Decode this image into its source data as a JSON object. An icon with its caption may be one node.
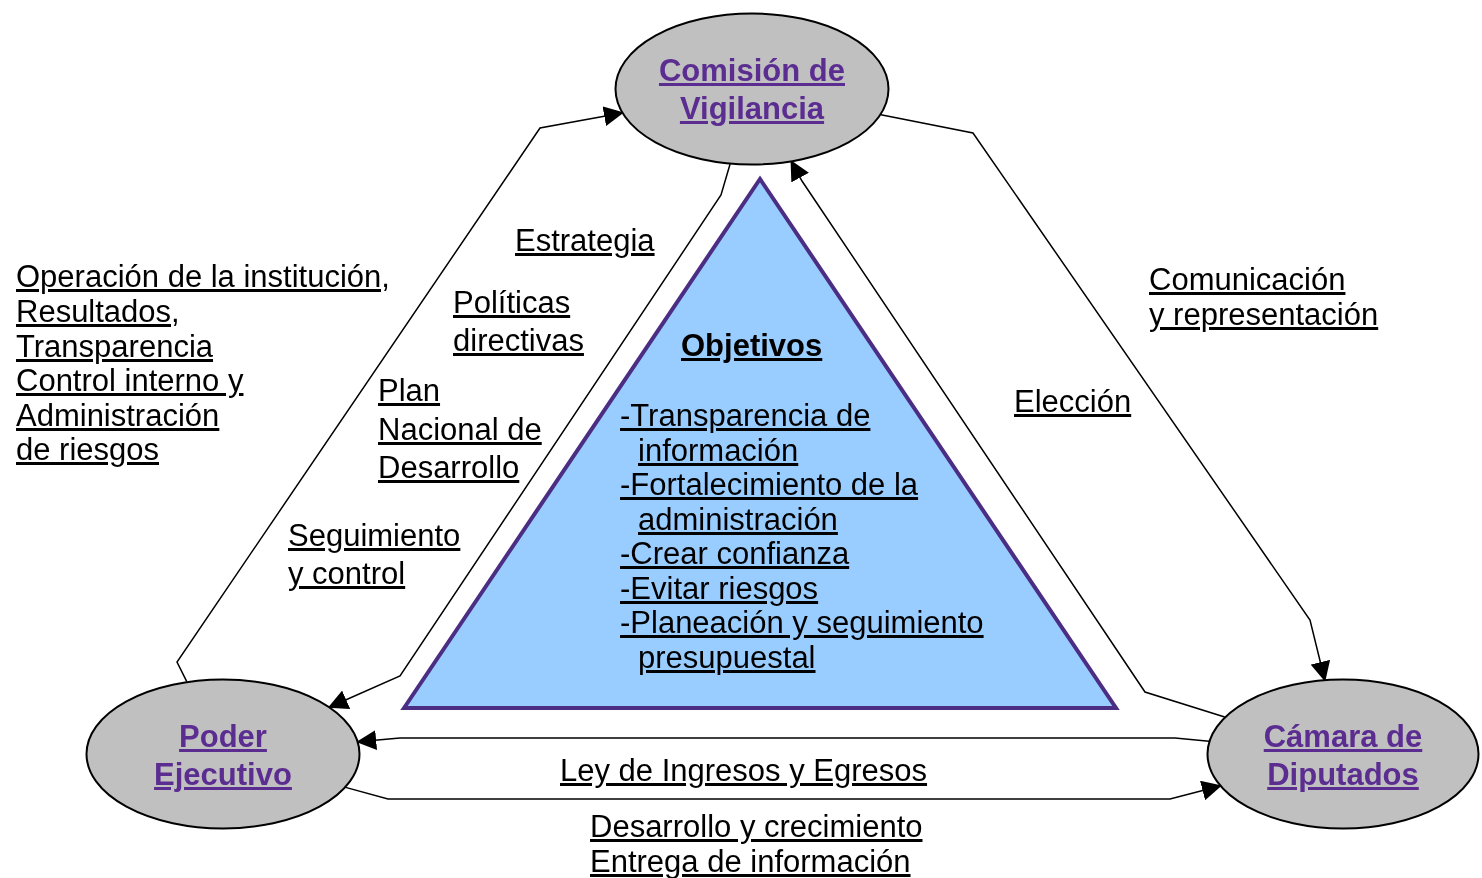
{
  "diagram": {
    "nodes": [
      {
        "text": [
          "Comisión de Vigilancia"
        ]
      },
      {
        "text": [
          "Poder Ejecutivo"
        ]
      },
      {
        "text": [
          "Cámara de Diputados"
        ]
      },
      {
        "text": [
          "Objetivos",
          "-Transparencia de información",
          "-Fortalecimiento de la administración",
          "-Crear confianza",
          "-Evitar riesgos",
          "-Planeación y seguimiento presupuestal"
        ]
      }
    ],
    "edges": [
      {
        "from": 1,
        "to": 0,
        "arrow": "to"
      },
      {
        "from": 0,
        "to": 1,
        "arrow": "to"
      },
      {
        "from": 2,
        "to": 0,
        "arrow": "to"
      },
      {
        "from": 0,
        "to": 2,
        "arrow": "to"
      },
      {
        "from": 2,
        "to": 1,
        "arrow": "to",
        "label": "Ley de Ingresos y Egresos"
      },
      {
        "from": 1,
        "to": 2,
        "arrow": "to"
      }
    ],
    "labels": [
      "Estrategia",
      "Operación de la institución,",
      "Comunicación",
      "Políticas directivas",
      "Resultados,",
      "y representación",
      "Transparencia",
      "Plan Nacional de Desarrollo",
      "Control interno y Administración de riesgos",
      "Elección",
      "Seguimiento y control",
      "Desarrollo y crecimiento",
      "Entrega de información"
    ]
  }
}
